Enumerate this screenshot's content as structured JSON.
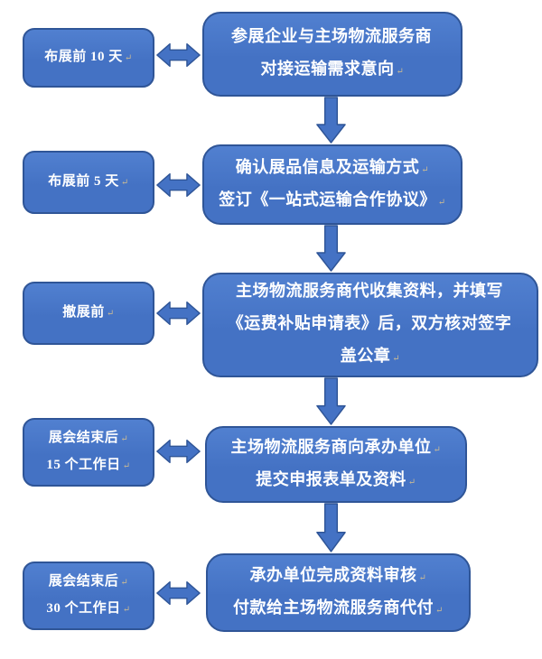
{
  "colors": {
    "shape_fill": "#4472C4",
    "shape_border": "#2F5597",
    "text": "#FFFFFF",
    "return_mark": "#C6B896",
    "background": "#FFFFFF"
  },
  "flow": {
    "rows": [
      {
        "label_lines": [
          {
            "text": "布展前 10 天",
            "mark": "↵"
          }
        ],
        "step_lines": [
          {
            "text": "参展企业与主场物流服务商",
            "mark": ""
          },
          {
            "text": "对接运输需求意向",
            "mark": "↵"
          }
        ]
      },
      {
        "label_lines": [
          {
            "text": "布展前 5 天",
            "mark": "↵"
          }
        ],
        "step_lines": [
          {
            "text": "确认展品信息及运输方式",
            "mark": "↵"
          },
          {
            "text": "签订《一站式运输合作协议》",
            "mark": "↵"
          }
        ]
      },
      {
        "label_lines": [
          {
            "text": "撤展前",
            "mark": "↵"
          }
        ],
        "step_lines": [
          {
            "text": "主场物流服务商代收集资料，并填写",
            "mark": ""
          },
          {
            "text": "《运费补贴申请表》后，双方核对签字",
            "mark": ""
          },
          {
            "text": "盖公章",
            "mark": "↵"
          }
        ]
      },
      {
        "label_lines": [
          {
            "text": "展会结束后",
            "mark": "↵"
          },
          {
            "text": "15 个工作日",
            "mark": "↵"
          }
        ],
        "step_lines": [
          {
            "text": "主场物流服务商向承办单位",
            "mark": "↵"
          },
          {
            "text": "提交申报表单及资料",
            "mark": "↵"
          }
        ]
      },
      {
        "label_lines": [
          {
            "text": "展会结束后",
            "mark": "↵"
          },
          {
            "text": "30 个工作日",
            "mark": "↵"
          }
        ],
        "step_lines": [
          {
            "text": "承办单位完成资料审核",
            "mark": "↵"
          },
          {
            "text": "付款给主场物流服务商代付",
            "mark": "↵"
          }
        ]
      }
    ]
  }
}
